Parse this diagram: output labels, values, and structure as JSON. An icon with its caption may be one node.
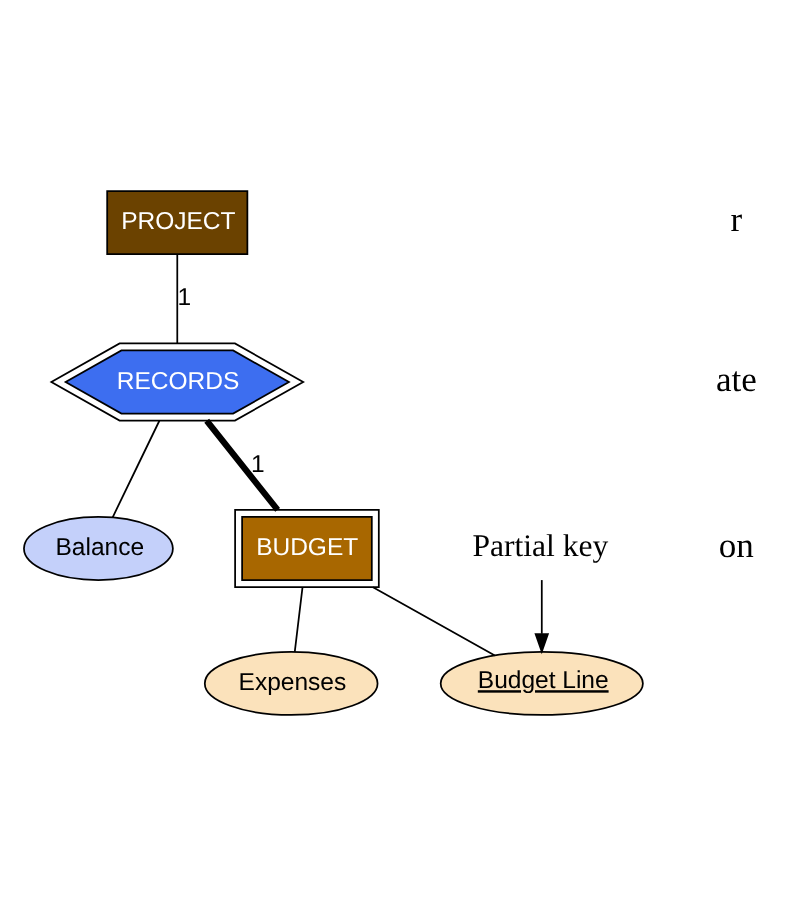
{
  "diagram": {
    "nodes": [
      {
        "text": [
          "PROJECT"
        ]
      },
      {
        "text": [
          "RECORDS"
        ]
      },
      {
        "text": [
          "Balance"
        ]
      },
      {
        "text": [
          "BUDGET"
        ]
      },
      {
        "text": [
          "Budget Line"
        ]
      },
      {
        "text": [
          "Expenses"
        ]
      },
      {
        "text": [
          "Partial key"
        ]
      }
    ],
    "edges": [
      {
        "from": 0,
        "to": 1,
        "arrow": "none",
        "label": "1"
      },
      {
        "from": 1,
        "to": 3,
        "arrow": "none",
        "label": "1",
        "style": "thick"
      },
      {
        "from": 1,
        "to": 2,
        "arrow": "none"
      },
      {
        "from": 3,
        "to": 4,
        "arrow": "none"
      },
      {
        "from": 3,
        "to": 5,
        "arrow": "none"
      },
      {
        "from": 6,
        "to": 4,
        "arrow": "to"
      }
    ],
    "labels": [
      "r",
      "ate",
      "on"
    ]
  }
}
